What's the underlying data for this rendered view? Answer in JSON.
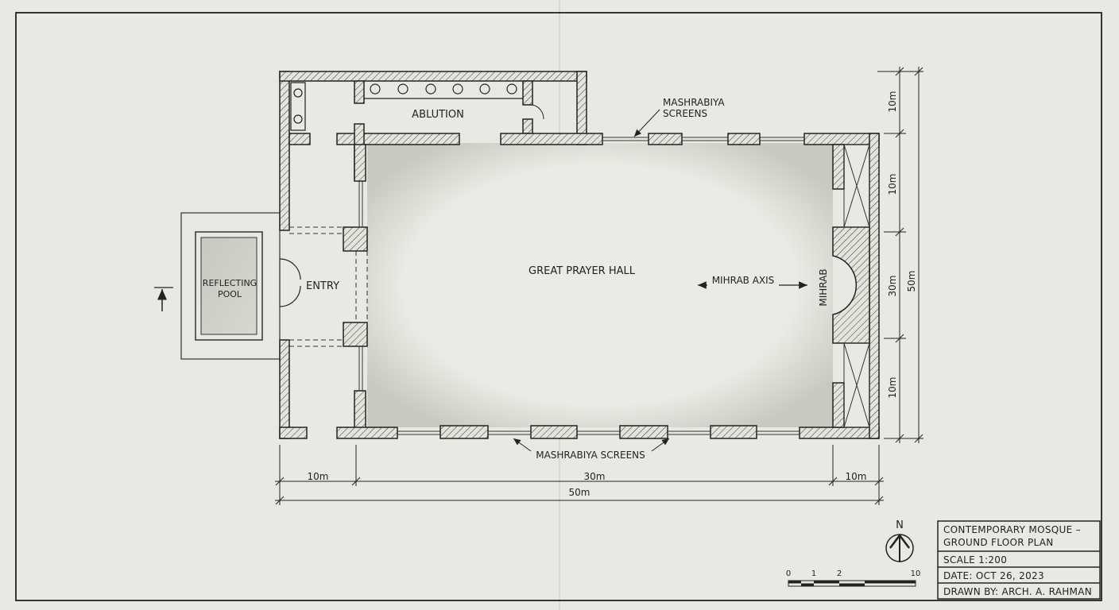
{
  "labels": {
    "ablution": "ABLUTION",
    "mashrabiya_top_1": "MASHRABIYA",
    "mashrabiya_top_2": "SCREENS",
    "mashrabiya_bottom": "MASHRABIYA SCREENS",
    "prayer_hall": "GREAT PRAYER HALL",
    "mihrab_axis": "MIHRAB AXIS",
    "mihrab": "MIHRAB",
    "entry": "ENTRY",
    "pool_1": "REFLECTING",
    "pool_2": "POOL"
  },
  "dimensions": {
    "bottom_left": "10m",
    "bottom_mid": "30m",
    "bottom_right": "10m",
    "bottom_total": "50m",
    "right_top": "10m",
    "right_2": "10m",
    "right_mid": "30m",
    "right_bottom": "10m",
    "right_total": "50m"
  },
  "north": "N",
  "scale_bar": {
    "ticks": [
      "0",
      "1",
      "2",
      "10"
    ]
  },
  "title_block": {
    "title_line1": "CONTEMPORARY MOSQUE –",
    "title_line2": "GROUND FLOOR PLAN",
    "scale": "SCALE 1:200",
    "date": "DATE: OCT 26, 2023",
    "drawn_by": "DRAWN BY: ARCH. A. RAHMAN"
  },
  "colors": {
    "paper": "#e9e8e2",
    "ink": "#222222",
    "hatch": "#333333"
  }
}
